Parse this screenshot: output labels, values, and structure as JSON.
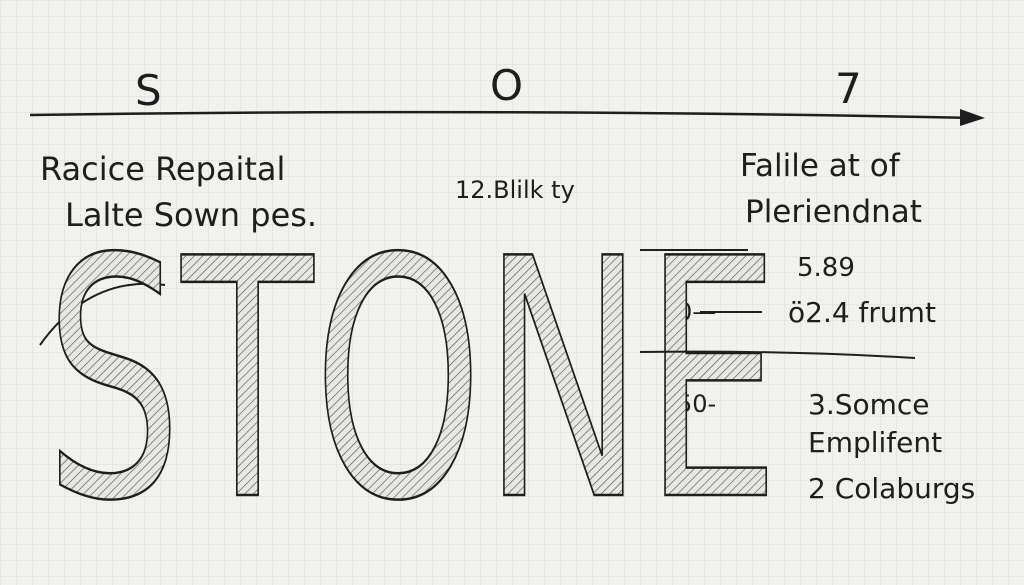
{
  "axis": {
    "ticks": [
      "S",
      "O",
      "7"
    ]
  },
  "notes": {
    "left_line1": "Racice Repaital",
    "left_line2": "Lalte Sown pes.",
    "center": "12.Blilk ty",
    "right_title1": "Falile at of",
    "right_title2": "Pleriendnat",
    "value1": "5.89",
    "marker_zero": "0—",
    "value2": "ö2.4 frumt",
    "marker_fifty": "50-",
    "list1": "3.Somce",
    "list2": "Emplifent",
    "list3": "2 Colaburgs"
  },
  "big_word": "STONE",
  "colors": {
    "ink": "#1e1e1e",
    "paper": "#f1f1ee",
    "grid": "#dcdcd8"
  }
}
